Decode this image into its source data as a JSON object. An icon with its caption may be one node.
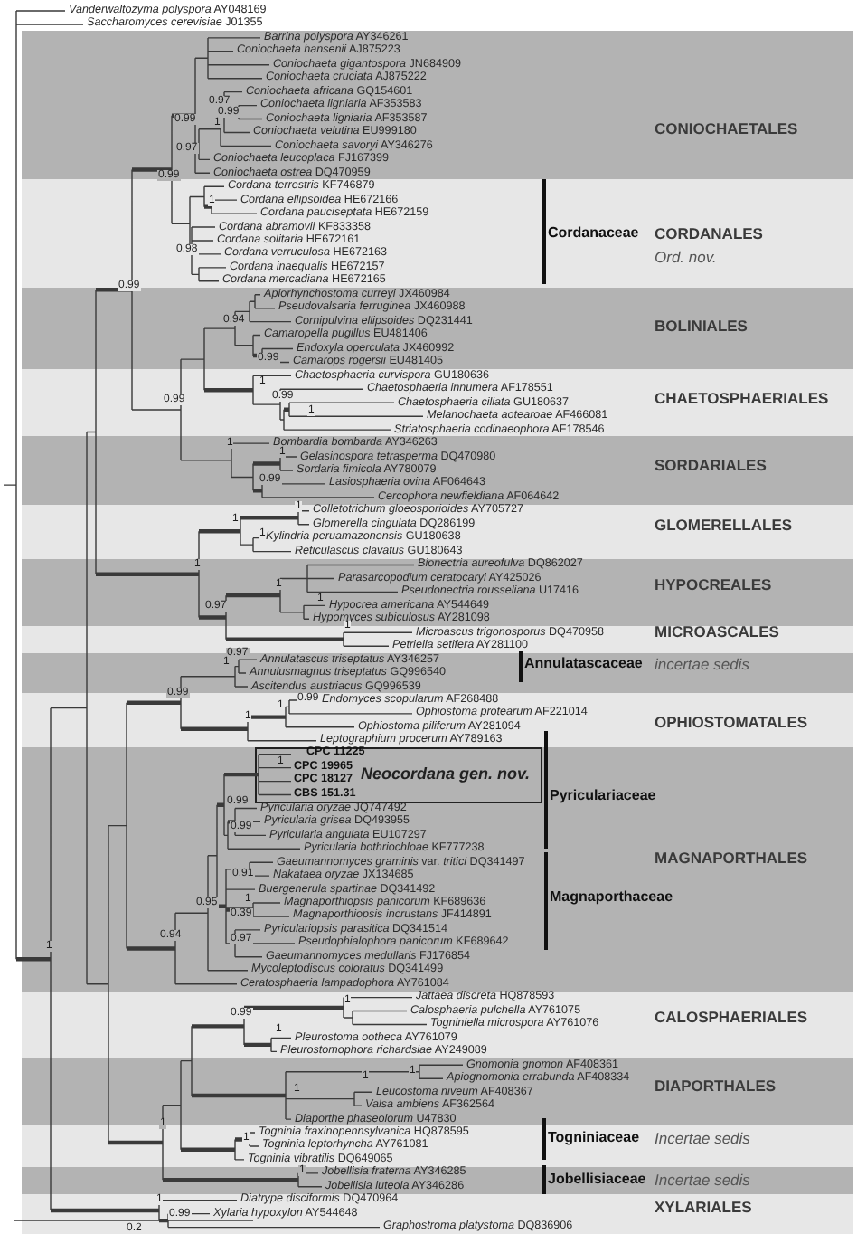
{
  "diagram": {
    "nodes": [
      {
        "text": [
          "CONIOCHAETALES"
        ]
      },
      {
        "text": [
          "Cordanaceae",
          "CORDANALES",
          "Ord. nov."
        ]
      },
      {
        "text": [
          "BOLINIALES"
        ]
      },
      {
        "text": [
          "CHAETOSPHAERIALES"
        ]
      },
      {
        "text": [
          "SORDARIALES"
        ]
      },
      {
        "text": [
          "GLOMERELLALES"
        ]
      },
      {
        "text": [
          "HYPOCREALES"
        ]
      },
      {
        "text": [
          "MICROASCALES"
        ]
      },
      {
        "text": [
          "Annulatascaceae",
          "incertae sedis"
        ]
      },
      {
        "text": [
          "OPHIOSTOMATALES"
        ]
      },
      {
        "text": [
          "Pyriculariaceae",
          "MAGNAPORTHALES",
          "Magnaporthaceae"
        ]
      },
      {
        "text": [
          "CPC 11225",
          "CPC 19965",
          "CPC 18127",
          "CBS 151.31",
          "Neocordana gen. nov."
        ],
        "in": 10
      },
      {
        "text": [
          "CALOSPHAERIALES"
        ]
      },
      {
        "text": [
          "DIAPORTHALES"
        ]
      },
      {
        "text": [
          "Togniniaceae",
          "Incertae sedis"
        ]
      },
      {
        "text": [
          "Jobellisiaceae",
          "Incertae sedis"
        ]
      },
      {
        "text": [
          "XYLARIALES"
        ]
      }
    ],
    "labels": [
      "*Vanderwaltozyma polyspora* AY048169",
      "*Saccharomyces cerevisiae* J01355",
      "*Barrina polyspora* AY346261",
      "*Coniochaeta hansenii* AJ875223",
      "*Coniochaeta gigantospora* JN684909",
      "*Coniochaeta cruciata* AJ875222",
      "*Coniochaeta africana* GQ154601",
      "*Coniochaeta ligniaria* AF353583",
      "*Coniochaeta ligniaria* AF353587",
      "*Coniochaeta velutina* EU999180",
      "*Coniochaeta savoryi* AY346276",
      "*Coniochaeta leucoplaca* FJ167399",
      "*Coniochaeta ostrea* DQ470959",
      "*Cordana terrestris* KF746879",
      "*Cordana ellipsoidea* HE672166",
      "*Cordana pauciseptata* HE672159",
      "*Cordana abramovii* KF833358",
      "*Cordana solitaria* HE672161",
      "*Cordana verruculosa* HE672163",
      "*Cordana inaequalis* HE672157",
      "*Cordana mercadiana* HE672165",
      "*Apiorhynchostoma curreyi* JX460984",
      "*Pseudovalsaria ferruginea* JX460988",
      "*Cornipulvina ellipsoides* DQ231441",
      "*Camaropella pugillus* EU481406",
      "*Endoxyla operculata* JX460992",
      "*Camarops rogersii* EU481405",
      "*Chaetosphaeria curvispora* GU180636",
      "*Chaetosphaeria innumera* AF178551",
      "*Chaetosphaeria ciliata* GU180637",
      "*Melanochaeta aotearoae* AF466081",
      "*Striatosphaeria codinaeophora* AF178546",
      "*Bombardia bombarda* AY346263",
      "*Gelasinospora tetrasperma* DQ470980",
      "*Sordaria fimicola* AY780079",
      "*Lasiosphaeria ovina* AF064643",
      "*Cercophora newfieldiana* AF064642",
      "*Colletotrichum gloeosporioides* AY705727",
      "*Glomerella cingulata* DQ286199",
      "*Kylindria peruamazonensis* GU180638",
      "*Reticulascus clavatus* GU180643",
      "*Bionectria aureofulva* DQ862027",
      "*Parasarcopodium ceratocaryi* AY425026",
      "*Pseudonectria rousseliana* U17416",
      "*Hypocrea americana* AY544649",
      "*Hypomyces subiculosus* AY281098",
      "*Microascus trigonosporus* DQ470958",
      "*Petriella setifera* AY281100",
      "*Annulatascus triseptatus* AY346257",
      "*Annulusmagnus triseptatus* GQ996540",
      "*Ascitendus austriacus* GQ996539",
      "*Endomyces scopularum* AF268488",
      "*Ophiostoma protearum* AF221014",
      "*Ophiostoma piliferum* AY281094",
      "*Leptographium procerum* AY789163",
      "*Pyricularia oryzae* JQ747492",
      "*Pyricularia grisea* DQ493955",
      "*Pyricularia angulata* EU107297",
      "*Pyricularia bothriochloae* KF777238",
      "*Gaeumannomyces graminis* var. *tritici* DQ341497",
      "*Nakataea oryzae* JX134685",
      "*Buergenerula spartinae* DQ341492",
      "*Magnaporthiopsis panicorum* KF689636",
      "*Magnaporthiopsis incrustans* JF414891",
      "*Pyriculariopsis parasitica* DQ341514",
      "*Pseudophialophora panicorum* KF689642",
      "*Gaeumannomyces medullaris* FJ176854",
      "*Mycoleptodiscus coloratus* DQ341499",
      "*Ceratosphaeria lampadophora* AY761084",
      "*Jattaea discreta* HQ878593",
      "*Calosphaeria pulchella* AY761075",
      "*Togniniella microspora* AY761076",
      "*Pleurostoma ootheca* AY761079",
      "*Pleurostomophora richardsiae* AY249089",
      "*Gnomonia gnomon* AF408361",
      "*Apiognomonia errabunda* AF408334",
      "*Leucostoma niveum* AF408367",
      "*Valsa ambiens* AF362564",
      "*Diaporthe phaseolorum* U47830",
      "*Togninia fraxinopennsylvanica* HQ878595",
      "*Togninia leptorhyncha* AY761081",
      "*Togninia vibratilis* DQ649065",
      "*Jobellisia fraterna* AY346285",
      "*Jobellisia luteola* AY346286",
      "*Diatrype disciformis* DQ470964",
      "*Xylaria hypoxylon* AY544648",
      "*Graphostroma platystoma* DQ836906",
      "0.97",
      "0.99",
      "0.99",
      "1",
      "0.97",
      "0.99",
      "1",
      "0.98",
      "0.99",
      "0.94",
      "0.99",
      "1",
      "0.99",
      "0.99",
      "1",
      "1",
      "1",
      "0.99",
      "1",
      "1",
      "1",
      "1",
      "1",
      "1",
      "0.97",
      "1",
      "0.97",
      "1",
      "0.99",
      "0.99",
      "1",
      "1",
      "1",
      "0.99",
      "0.99",
      "0.91",
      "1",
      "0.95",
      "0.39",
      "0.94",
      "0.97",
      "1",
      "1",
      "0.99",
      "1",
      "1",
      "1",
      "1",
      "1",
      "1",
      "1",
      "1",
      "0.99",
      "0.2"
    ]
  }
}
